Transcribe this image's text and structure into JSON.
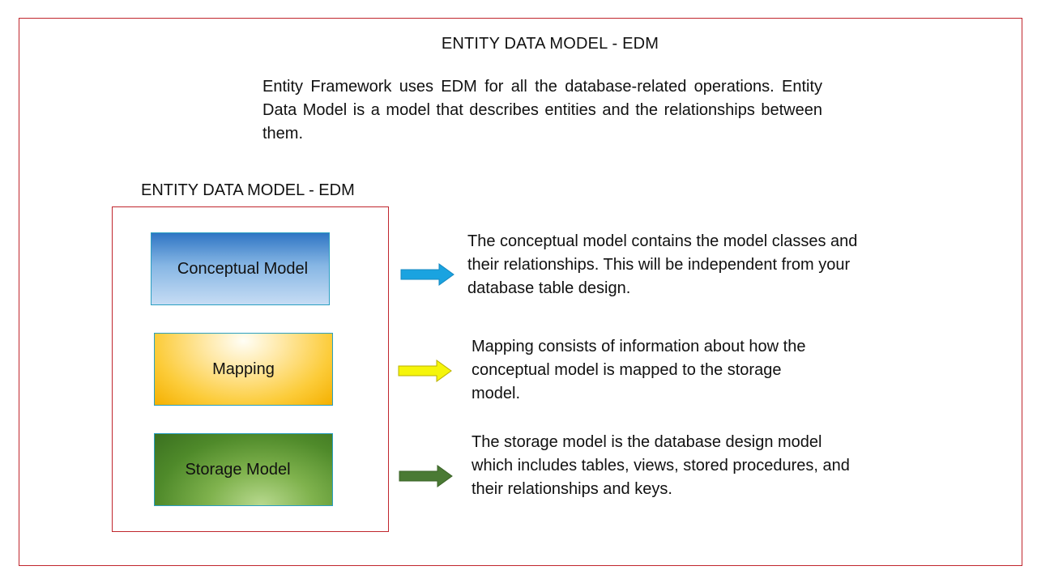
{
  "title": "ENTITY DATA MODEL - EDM",
  "intro": "Entity Framework uses EDM for all the database-related operations. Entity Data Model is a model that describes entities and the relationships between them.",
  "subtitle": "ENTITY DATA MODEL - EDM",
  "models": [
    {
      "label": "Conceptual Model",
      "arrow_color": "#1aa3e0",
      "description": [
        "The conceptual model contains the model classes and",
        "their relationships. This will be independent from your",
        "database table design."
      ]
    },
    {
      "label": "Mapping",
      "arrow_color": "#f2f20a",
      "description": [
        "Mapping consists of information about how the",
        "conceptual model is mapped to the storage",
        "model."
      ]
    },
    {
      "label": "Storage Model",
      "arrow_color": "#4a7a34",
      "description": [
        "The storage model is the database design model",
        "which includes tables, views, stored procedures, and",
        "their relationships and keys."
      ]
    }
  ],
  "colors": {
    "frame_border": "#c0262d",
    "box_border": "#2a9fc1"
  }
}
